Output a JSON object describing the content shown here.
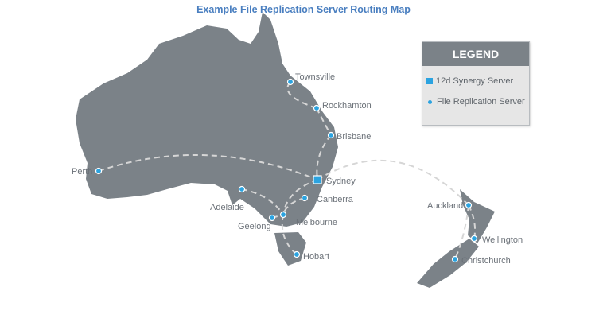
{
  "title": "Example File Replication Server Routing Map",
  "legend": {
    "heading": "LEGEND",
    "items": [
      {
        "label": "12d Synergy Server",
        "icon": "square"
      },
      {
        "label": "File Replication Server",
        "icon": "dot"
      }
    ]
  },
  "colors": {
    "land": "#7b8288",
    "server": "#2ba3e0",
    "route": "#d6d6d6",
    "title": "#4a7fc0"
  },
  "cities": {
    "townsville": "Townsville",
    "rockhampton": "Rockhamton",
    "brisbane": "Brisbane",
    "sydney": "Sydney",
    "perth": "Perth",
    "adelaide": "Adelaide",
    "canberra": "Canberra",
    "melbourne": "Melbourne",
    "geelong": "Geelong",
    "hobart": "Hobart",
    "auckland": "Auckland",
    "wellington": "Wellington",
    "christchurch": "Christchurch"
  }
}
